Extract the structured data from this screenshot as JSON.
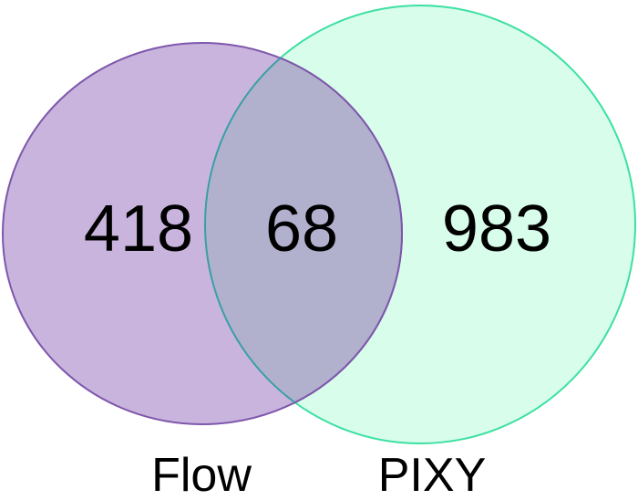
{
  "chart_data": {
    "type": "venn",
    "title": "",
    "categories": [
      "Flow only",
      "Flow ∩ PIXY",
      "PIXY only"
    ],
    "values": [
      418,
      68,
      983
    ],
    "sets": [
      {
        "label": "Flow",
        "unique_count": "418"
      },
      {
        "label": "PIXY",
        "unique_count": "983"
      }
    ],
    "intersection_count": "68",
    "legend_position": "bottom-labels"
  },
  "venn": {
    "left": {
      "label": "Flow",
      "count": "418"
    },
    "right": {
      "label": "PIXY",
      "count": "983"
    },
    "overlap": {
      "count": "68"
    }
  },
  "colors": {
    "background": "#ffffff",
    "left_fill": "#c9b4de",
    "left_stroke": "#7e57ab",
    "right_fill": "#d8fdea",
    "right_stroke": "#3ce0a2",
    "overlap_fill": "#b1b1ce",
    "overlap_left_arc": "#3a9fa4",
    "text": "#000000"
  }
}
